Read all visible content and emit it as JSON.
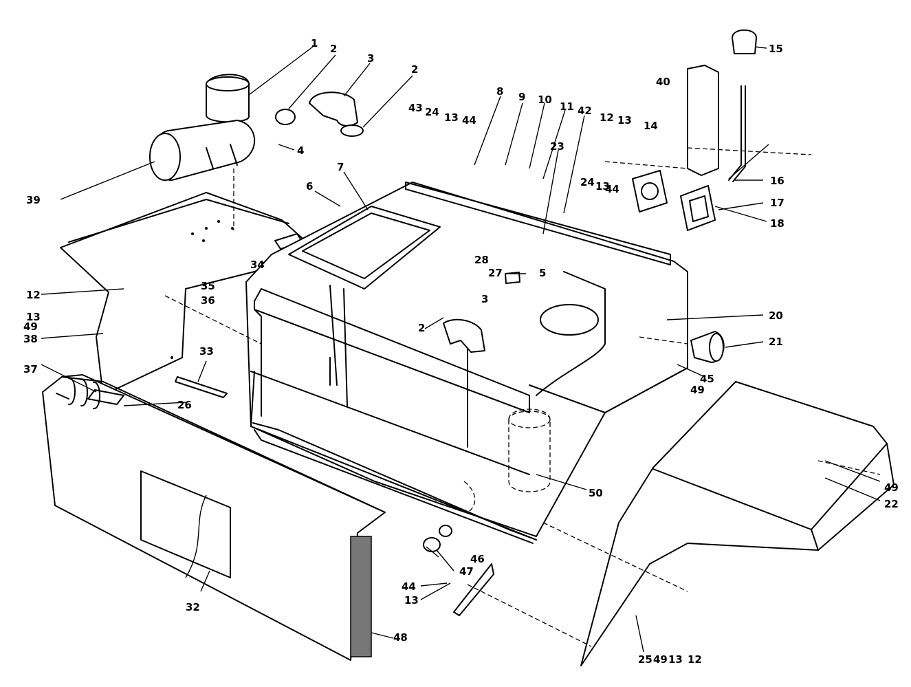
{
  "diagram": {
    "callouts": [
      "1",
      "2",
      "3",
      "2",
      "4",
      "39",
      "6",
      "7",
      "8",
      "9",
      "10",
      "11",
      "42",
      "23",
      "43",
      "24",
      "13",
      "44",
      "12",
      "13",
      "14",
      "40",
      "15",
      "16",
      "17",
      "18",
      "24",
      "13",
      "44",
      "12",
      "13",
      "49",
      "38",
      "34",
      "35",
      "36",
      "28",
      "27",
      "5",
      "3",
      "2",
      "20",
      "21",
      "45",
      "49",
      "37",
      "33",
      "26",
      "50",
      "49",
      "22",
      "32",
      "46",
      "47",
      "44",
      "13",
      "48",
      "25",
      "49",
      "13",
      "12"
    ]
  }
}
